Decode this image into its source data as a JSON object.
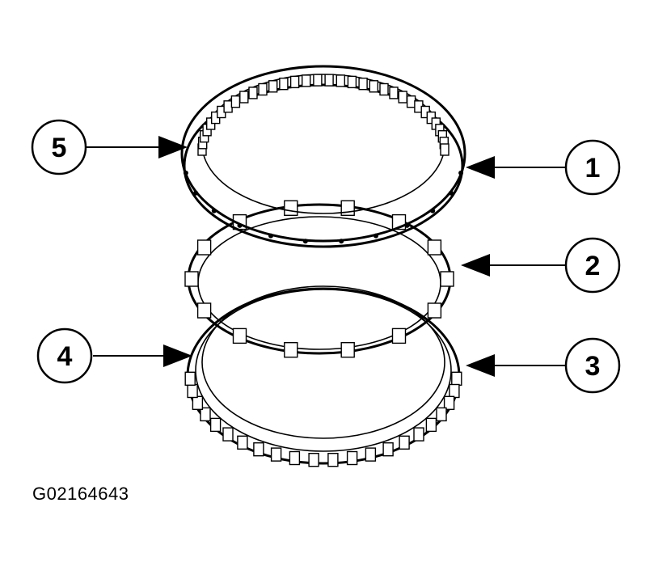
{
  "callouts": [
    {
      "id": "callout-1",
      "label": "1"
    },
    {
      "id": "callout-2",
      "label": "2"
    },
    {
      "id": "callout-3",
      "label": "3"
    },
    {
      "id": "callout-4",
      "label": "4"
    },
    {
      "id": "callout-5",
      "label": "5"
    }
  ],
  "figure_id": "G02164643"
}
